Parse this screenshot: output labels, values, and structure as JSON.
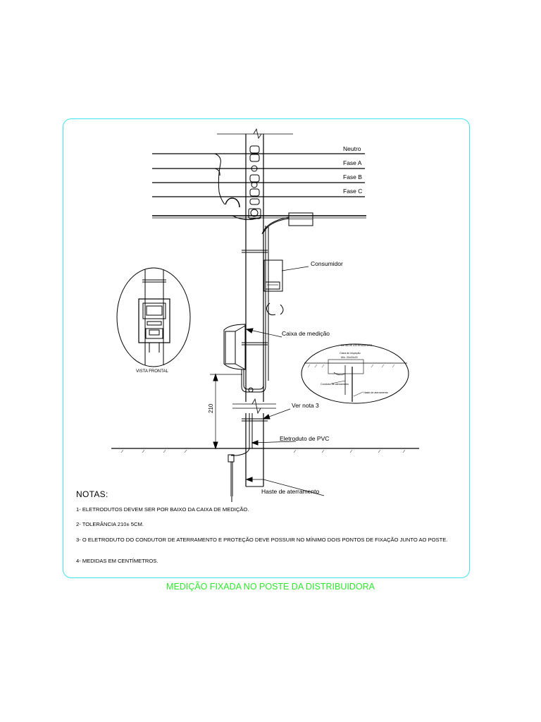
{
  "drawing": {
    "labels": {
      "neutro": "Neutro",
      "fase_a": "Fase A",
      "fase_b": "Fase B",
      "fase_c": "Fase C",
      "consumidor": "Consumidor",
      "caixa_medicao": "Caixa de medição",
      "ver_nota_3": "Ver nota 3",
      "eletroduto_pvc": "Eletroduto de PVC",
      "haste_aterramento": "Haste de aterramento",
      "vista_frontal": "VISTA FRONTAL",
      "dimension_210": "210"
    },
    "detail": {
      "title": "DETALHE ATERRAMENTO",
      "inspection_box": "Caixa de inspeção",
      "inspection_size": "Mín. 20x20x20",
      "conductor": "Condutor de aterramento",
      "rod": "Haste de aterramento"
    }
  },
  "notes": {
    "title": "NOTAS:",
    "items": [
      "1- ELETRODUTOS DEVEM SER POR BAIXO DA CAIXA DE MEDIÇÃO.",
      "2- TOLERÂNCIA 210± 5CM.",
      "3- O ELETRODUTO DO CONDUTOR DE ATERRAMENTO E PROTEÇÃO DEVE POSSUIR NO MÍNIMO DOIS PONTOS DE FIXAÇÃO JUNTO AO POSTE.",
      "4- MEDIDAS EM CENTÍMETROS."
    ]
  },
  "footer": {
    "title": "MEDIÇÃO FIXADA NO POSTE DA DISTRIBUIDORA"
  },
  "colors": {
    "frame_border": "#3fe3ee",
    "footer_title": "#2ee82e",
    "line": "#000000"
  }
}
